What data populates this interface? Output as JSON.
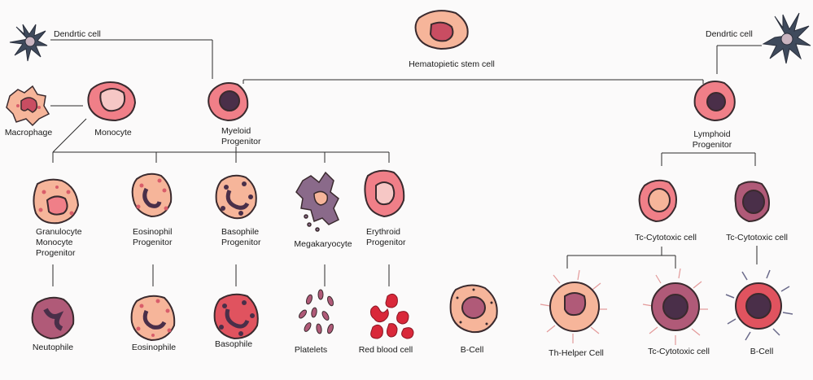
{
  "diagram": {
    "stem": "Hematopietic stem cell",
    "dendritic_left": "Dendrtic cell",
    "dendritic_right": "Dendrtic cell",
    "macrophage": "Macrophage",
    "monocyte": "Monocyte",
    "myeloid": [
      "Myeloid",
      "Progenitor"
    ],
    "lymphoid": [
      "Lymphoid",
      "Progenitor"
    ],
    "gmp": [
      "Granulocyte",
      "Monocyte",
      "Progenitor"
    ],
    "eos_prog": [
      "Eosinophil",
      "Progenitor"
    ],
    "baso_prog": [
      "Basophile",
      "Progenitor"
    ],
    "megakaryocyte": "Megakaryocyte",
    "ery_prog": [
      "Erythroid",
      "Progenitor"
    ],
    "tc_left": "Tc-Cytotoxic cell",
    "tc_right": "Tc-Cytotoxic cell",
    "neutrophile": "Neutophile",
    "eosinophile": "Eosinophile",
    "basophile": "Basophile",
    "platelets": "Platelets",
    "rbc": "Red blood cell",
    "bcell_mid": "B-Cell",
    "th_helper": "Th-Helper Cell",
    "tc_bottom": "Tc-Cytotoxic cell",
    "bcell_right": "B-Cell"
  },
  "colors": {
    "line": "#2b2b2b",
    "outline": "#3a2a2e",
    "cell_pink": "#f07f88",
    "cell_light": "#f6c7c5",
    "nucleus": "#c94d62",
    "nucleus_dark": "#4a2f49",
    "peach": "#f6b59a",
    "granule": "#d95d6a",
    "purple": "#8a6a8a",
    "dendritic": "#3f4a5c",
    "rbc": "#d9283a",
    "mauve": "#b05a78"
  }
}
